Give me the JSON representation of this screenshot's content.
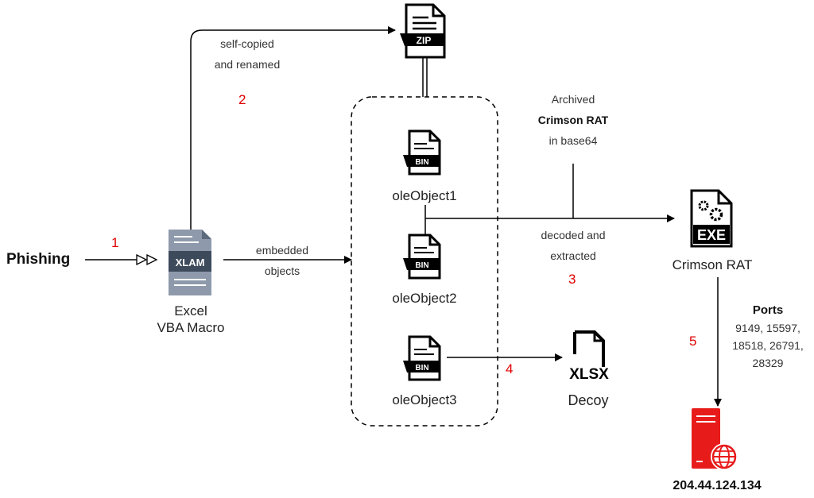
{
  "phishing": "Phishing",
  "steps": [
    "1",
    "2",
    "3",
    "4",
    "5"
  ],
  "excel": {
    "icon_text": "XLAM",
    "line1": "Excel",
    "line2": "VBA Macro"
  },
  "edge_self_copy": {
    "line1": "self-copied",
    "line2": "and renamed"
  },
  "edge_embedded": {
    "line1": "embedded",
    "line2": "objects"
  },
  "zip": {
    "icon_text": "ZIP"
  },
  "ole": [
    {
      "name": "oleObject1",
      "icon_text": "BIN"
    },
    {
      "name": "oleObject2",
      "icon_text": "BIN"
    },
    {
      "name": "oleObject3",
      "icon_text": "BIN"
    }
  ],
  "archive_note": {
    "line1": "Archived",
    "line2": "Crimson RAT",
    "line3": "in base64"
  },
  "edge_decode": {
    "line1": "decoded and",
    "line2": "extracted"
  },
  "crimson": {
    "icon_text": "EXE",
    "name": "Crimson RAT"
  },
  "decoy": {
    "icon_text": "XLSX",
    "name": "Decoy"
  },
  "ports": {
    "title": "Ports",
    "line1": "9149, 15597,",
    "line2": "18518, 26791,",
    "line3": "28329"
  },
  "server": {
    "ip": "204.44.124.134"
  },
  "colors": {
    "line": "#000000",
    "step": "#e00000",
    "server": "#e81b1b",
    "xlam_doc": "#8e9aab",
    "xlam_band": "#3d4a5c"
  }
}
